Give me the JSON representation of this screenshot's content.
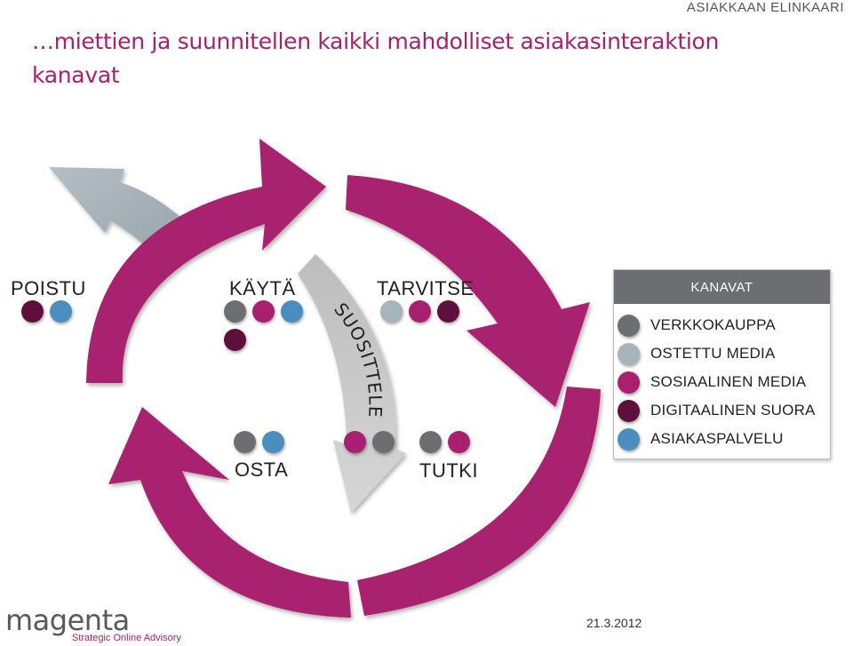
{
  "header": {
    "title": "…miettien ja suunnitellen kaikki mahdolliset asiakasinteraktion kanavat",
    "section_label": "ASIAKKAAN ELINKAARI"
  },
  "colors": {
    "cycle_arrow": "#a8206f",
    "exit_arrow": "#a2aeb5",
    "recommend_arrow": "#c9c9c9",
    "VERKKOKAUPPA": "#6d6e71",
    "OSTETTU MEDIA": "#a7b4bc",
    "SOSIAALINEN MEDIA": "#a8206f",
    "DIGITAALINEN SUORA": "#5e0f3e",
    "ASIAKASPALVELU": "#4a8dbe"
  },
  "stages": {
    "poistu": {
      "label": "POISTU",
      "channels": [
        "DIGITAALINEN SUORA",
        "ASIAKASPALVELU"
      ]
    },
    "kayta": {
      "label": "KÄYTÄ",
      "channels": [
        "VERKKOKAUPPA",
        "SOSIAALINEN MEDIA",
        "ASIAKASPALVELU",
        "DIGITAALINEN SUORA"
      ]
    },
    "tarvitse": {
      "label": "TARVITSE",
      "channels": [
        "OSTETTU MEDIA",
        "SOSIAALINEN MEDIA",
        "DIGITAALINEN SUORA"
      ]
    },
    "suosittele": {
      "label": "SUOSITTELE",
      "channels": [
        "SOSIAALINEN MEDIA",
        "VERKKOKAUPPA"
      ]
    },
    "osta": {
      "label": "OSTA",
      "channels": [
        "VERKKOKAUPPA",
        "ASIAKASPALVELU"
      ]
    },
    "tutki": {
      "label": "TUTKI",
      "channels": [
        "VERKKOKAUPPA",
        "SOSIAALINEN MEDIA"
      ]
    }
  },
  "legend": {
    "title": "KANAVAT",
    "items": [
      {
        "label": "VERKKOKAUPPA",
        "color": "#6d6e71"
      },
      {
        "label": "OSTETTU MEDIA",
        "color": "#a7b4bc"
      },
      {
        "label": "SOSIAALINEN MEDIA",
        "color": "#a8206f"
      },
      {
        "label": "DIGITAALINEN SUORA",
        "color": "#5e0f3e"
      },
      {
        "label": "ASIAKASPALVELU",
        "color": "#4a8dbe"
      }
    ]
  },
  "footer": {
    "logo_word": "magenta",
    "logo_tagline": "Strategic Online Advisory",
    "date": "21.3.2012"
  }
}
